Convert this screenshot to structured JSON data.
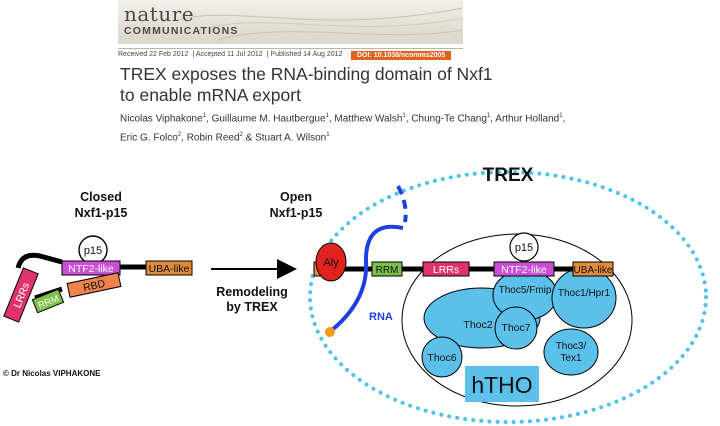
{
  "header": {
    "logo_line1": "nature",
    "logo_line2": "COMMUNICATIONS",
    "received": "Received 22 Feb 2012",
    "accepted": "Accepted 11 Jul 2012",
    "published": "Published 14 Aug 2012",
    "doi": "DOI: 10.1038/ncomms2005"
  },
  "paper": {
    "title_line1": "TREX exposes the RNA-binding domain of Nxf1",
    "title_line2": "to enable mRNA export",
    "authors_line1": [
      {
        "name": "Nicolas Viphakone",
        "sup": "1"
      },
      {
        "name": "Guillaume M. Hautbergue",
        "sup": "1"
      },
      {
        "name": "Matthew Walsh",
        "sup": "1"
      },
      {
        "name": "Chung-Te Chang",
        "sup": "1"
      },
      {
        "name": "Arthur Holland",
        "sup": "1"
      }
    ],
    "authors_line2": [
      {
        "name": "Eric G. Folco",
        "sup": "2"
      },
      {
        "name": "Robin Reed",
        "sup": "2"
      },
      {
        "name": "Stuart A. Wilson",
        "sup": "1"
      }
    ]
  },
  "diagram": {
    "trex_label": "TREX",
    "closed_label_1": "Closed",
    "closed_label_2": "Nxf1-p15",
    "open_label_1": "Open",
    "open_label_2": "Nxf1-p15",
    "remodel_1": "Remodeling",
    "remodel_2": "by TREX",
    "closed_domains": {
      "p15": "p15",
      "ntf2": "NTF2-like",
      "uba": "UBA-like",
      "lrrs": "LRRs",
      "rbd": "RBD",
      "rrm": "RRM"
    },
    "open_domains": {
      "aly": "Aly",
      "rrm": "RRM",
      "lrrs": "LRRs",
      "ntf2": "NTF2-like",
      "uba": "UBA-like",
      "p15": "p15"
    },
    "rna": "RNA",
    "thoc": {
      "thoc5": "Thoc5/Fmip",
      "thoc1": "Thoc1/Hpr1",
      "thoc2": "Thoc2",
      "thoc7": "Thoc7",
      "thoc6": "Thoc6",
      "thoc3_1": "Thoc3/",
      "thoc3_2": "Tex1"
    },
    "htho": "hTHO"
  },
  "credit": "© Dr Nicolas VIPHAKONE",
  "colors": {
    "ntf2": "#c94fd6",
    "uba": "#e08a3b",
    "lrrs": "#e0336d",
    "rrm": "#7cbf4a",
    "rbd": "#f0824e",
    "aly": "#e0231f",
    "thoc": "#5bc0ea",
    "rna": "#1f3fe0",
    "trex_dots": "#4fc3e8",
    "doi_bg": "#e2621b"
  }
}
